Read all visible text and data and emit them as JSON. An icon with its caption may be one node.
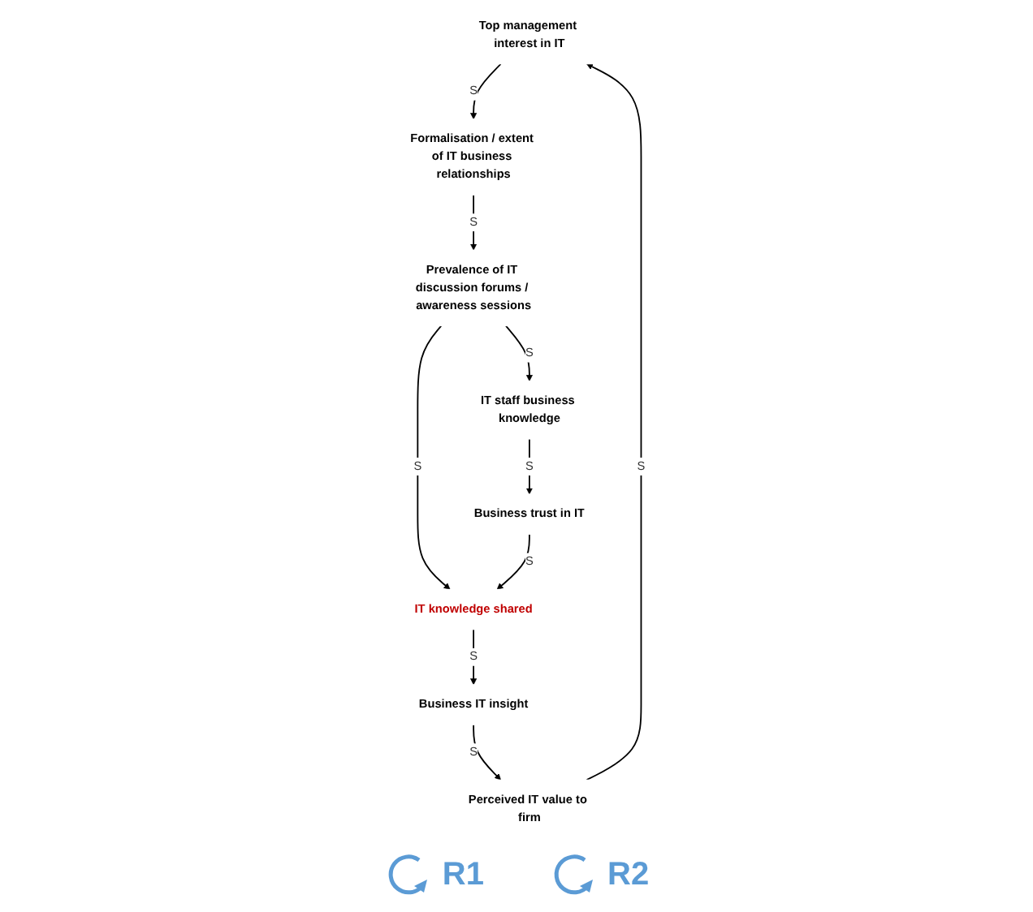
{
  "diagram": {
    "nodes": [
      {
        "text": [
          "Top management interest in IT"
        ]
      },
      {
        "text": [
          "Perceived IT value to firm"
        ]
      },
      {
        "text": [
          "Formalisation / extent of IT business relationships"
        ]
      },
      {
        "text": [
          "Business IT insight"
        ]
      },
      {
        "text": [
          "Prevalence of IT discussion forums / awareness sessions"
        ]
      },
      {
        "text": [
          "IT knowledge shared"
        ]
      },
      {
        "text": [
          "IT staff business knowledge"
        ]
      },
      {
        "text": [
          "Business trust in IT"
        ]
      }
    ],
    "edges": [
      {
        "from": 1,
        "to": 0,
        "arrow": "to",
        "label": "S"
      },
      {
        "from": 0,
        "to": 2,
        "arrow": "to",
        "label": "S"
      },
      {
        "from": 2,
        "to": 4,
        "arrow": "to",
        "label": "S"
      },
      {
        "from": 4,
        "to": 5,
        "arrow": "to",
        "label": "S"
      },
      {
        "from": 5,
        "to": 3,
        "arrow": "to",
        "label": "S"
      },
      {
        "from": 3,
        "to": 1,
        "arrow": "to",
        "label": "S"
      },
      {
        "from": 4,
        "to": 6,
        "arrow": "to",
        "label": "S"
      },
      {
        "from": 6,
        "to": 7,
        "arrow": "to",
        "label": "S"
      },
      {
        "from": 7,
        "to": 5,
        "arrow": "to",
        "label": "S"
      }
    ],
    "labels": [
      "R1",
      "R2"
    ]
  }
}
